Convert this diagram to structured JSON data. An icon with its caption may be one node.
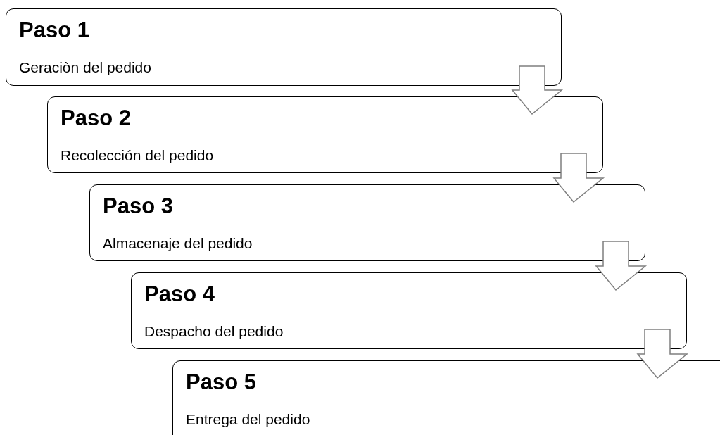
{
  "diagram": {
    "nodes": [
      {
        "text": [
          "Paso 1",
          "Geraciòn del pedido"
        ]
      },
      {
        "text": [
          "Paso 2",
          "Recolección del pedido"
        ]
      },
      {
        "text": [
          "Paso 3",
          "Almacenaje del pedido"
        ]
      },
      {
        "text": [
          "Paso 4",
          "Despacho del pedido"
        ]
      },
      {
        "text": [
          "Paso 5",
          "Entrega del pedido"
        ]
      }
    ],
    "edges": [
      {
        "from": 0,
        "to": 1,
        "arrow": "to"
      },
      {
        "from": 1,
        "to": 2,
        "arrow": "to"
      },
      {
        "from": 2,
        "to": 3,
        "arrow": "to"
      },
      {
        "from": 3,
        "to": 4,
        "arrow": "to"
      }
    ]
  }
}
